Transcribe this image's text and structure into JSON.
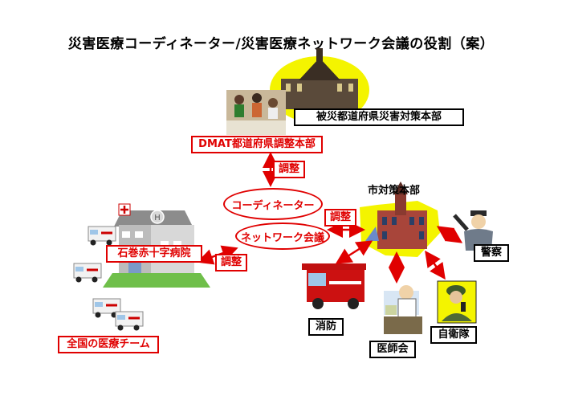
{
  "title": "災害医療コーディネーター/災害医療ネットワーク会議の役割（案）",
  "nodes": {
    "prefecture_hq": "被災都道府県災害対策本部",
    "dmat_hq": "DMAT都道府県調整本部",
    "coordinator": "コーディネーター",
    "network_meeting": "ネットワーク会議",
    "city_hq": "市対策本部",
    "hospital": "石巻赤十字病院",
    "national_teams": "全国の医療チーム",
    "fire": "消防",
    "medical_assoc": "医師会",
    "sdf": "自衛隊",
    "police": "警察"
  },
  "edges": {
    "adjust_label_1": "調整",
    "adjust_label_2": "調整",
    "adjust_label_3": "調整"
  },
  "colors": {
    "accent_red": "#e00000",
    "arrow_red": "#e00000",
    "highlight_yellow": "#f4f400"
  }
}
